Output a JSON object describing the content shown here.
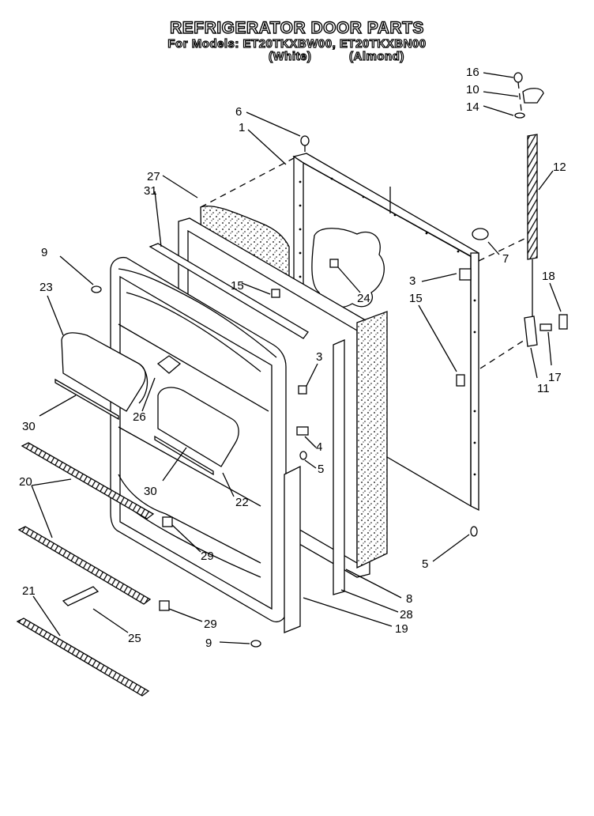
{
  "header": {
    "title": "REFRIGERATOR DOOR PARTS",
    "models_line": "For Models: ET20TKXBW00, ET20TKXBN00",
    "color_white": "(White)",
    "color_almond": "(Almond)"
  },
  "callouts": [
    {
      "id": "c16",
      "label": "16"
    },
    {
      "id": "c10",
      "label": "10"
    },
    {
      "id": "c14",
      "label": "14"
    },
    {
      "id": "c6",
      "label": "6"
    },
    {
      "id": "c1",
      "label": "1"
    },
    {
      "id": "c12",
      "label": "12"
    },
    {
      "id": "c27",
      "label": "27"
    },
    {
      "id": "c31",
      "label": "31"
    },
    {
      "id": "c7",
      "label": "7"
    },
    {
      "id": "c9a",
      "label": "9"
    },
    {
      "id": "c23",
      "label": "23"
    },
    {
      "id": "c15a",
      "label": "15"
    },
    {
      "id": "c24",
      "label": "24"
    },
    {
      "id": "c3a",
      "label": "3"
    },
    {
      "id": "c15b",
      "label": "15"
    },
    {
      "id": "c18",
      "label": "18"
    },
    {
      "id": "c3b",
      "label": "3"
    },
    {
      "id": "c17",
      "label": "17"
    },
    {
      "id": "c11",
      "label": "11"
    },
    {
      "id": "c26",
      "label": "26"
    },
    {
      "id": "c30a",
      "label": "30"
    },
    {
      "id": "c4",
      "label": "4"
    },
    {
      "id": "c5a",
      "label": "5"
    },
    {
      "id": "c20",
      "label": "20"
    },
    {
      "id": "c30b",
      "label": "30"
    },
    {
      "id": "c22",
      "label": "22"
    },
    {
      "id": "c29a",
      "label": "29"
    },
    {
      "id": "c5b",
      "label": "5"
    },
    {
      "id": "c8",
      "label": "8"
    },
    {
      "id": "c28",
      "label": "28"
    },
    {
      "id": "c21",
      "label": "21"
    },
    {
      "id": "c29b",
      "label": "29"
    },
    {
      "id": "c19",
      "label": "19"
    },
    {
      "id": "c25",
      "label": "25"
    },
    {
      "id": "c9b",
      "label": "9"
    }
  ]
}
